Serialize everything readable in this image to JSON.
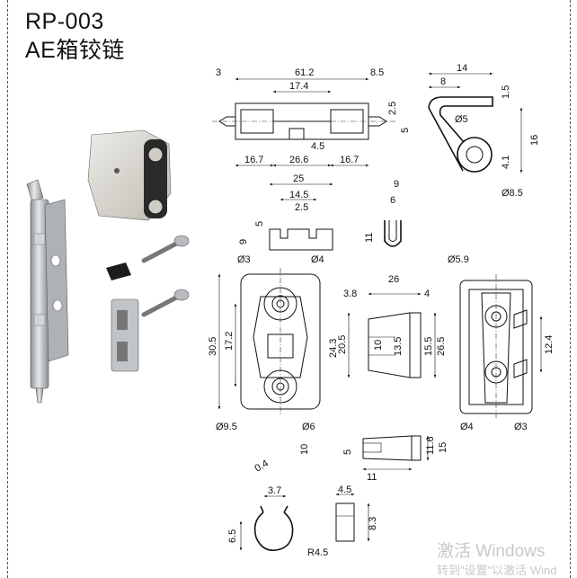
{
  "title": {
    "model": "RP-003",
    "name": "AE箱铰链"
  },
  "dims": {
    "d3": "3",
    "d61_2": "61.2",
    "d8_5a": "8.5",
    "d17_4": "17.4",
    "d2_5a": "2.5",
    "d5a": "5",
    "d4_5a": "4.5",
    "d16_7a": "16.7",
    "d26_6": "26.6",
    "d16_7b": "16.7",
    "d14": "14",
    "d8": "8",
    "d1_5": "1.5",
    "d_phi5": "Ø5",
    "d16": "16",
    "d4_1": "4.1",
    "d_phi8_5": "Ø8.5",
    "d25": "25",
    "d14_5": "14.5",
    "d2_5b": "2.5",
    "d5b": "5",
    "d9a": "9",
    "d_phi3a": "Ø3",
    "d_phi4a": "Ø4",
    "d9b": "9",
    "d6a": "6",
    "d11a": "11",
    "d30_5": "30.5",
    "d17_2": "17.2",
    "d_phi9_5": "Ø9.5",
    "d_phi6": "Ø6",
    "d3_8": "3.8",
    "d26": "26",
    "d4a": "4",
    "d24_3": "24.3",
    "d20_5": "20.5",
    "d10a": "10",
    "d13_5": "13.5",
    "d15_5": "15.5",
    "d26_5": "26.5",
    "d_phi5_9": "Ø5.9",
    "d12_4": "12.4",
    "d_phi4b": "Ø4",
    "d_phi3b": "Ø3",
    "d10b": "10",
    "d5c": "5",
    "d11_6": "11.6",
    "d15": "15",
    "d11b": "11",
    "d0_4": "0.4",
    "d3_7": "3.7",
    "d6_5": "6.5",
    "d_r4_5": "R4.5",
    "d4_5b": "4.5",
    "d8_3": "8.3"
  },
  "watermark": {
    "line1": "激活 Windows",
    "line2": "转到\"设置\"以激活 Wind"
  },
  "colors": {
    "ink": "#111111",
    "metal": "#b9bcc0",
    "plastic": "#d9d6cf",
    "black_part": "#1c1c1c"
  }
}
